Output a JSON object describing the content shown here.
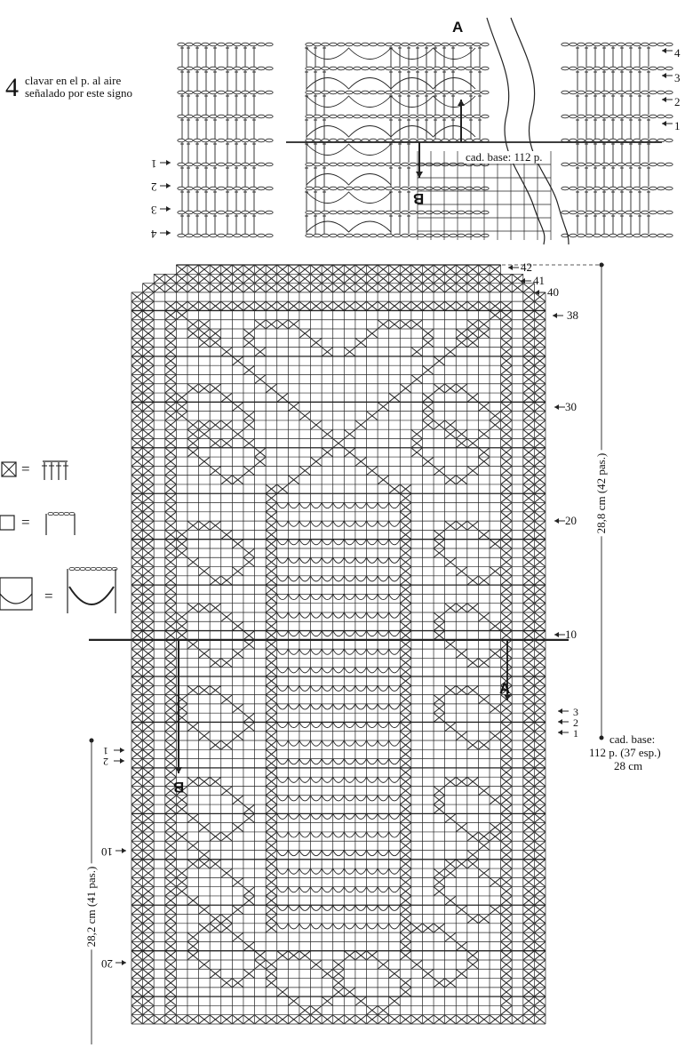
{
  "legend_note": {
    "symbol": "4",
    "line1": "clavar en el p. al aire",
    "line2": "señalado por este signo"
  },
  "detail": {
    "label_a": "A",
    "label_b": "B",
    "base": "cad. base: 112 p.",
    "right_rows": [
      "4",
      "3",
      "2",
      "1"
    ],
    "left_rows": [
      "1",
      "2",
      "3",
      "4"
    ]
  },
  "chart": {
    "top_rows": [
      "42",
      "41",
      "40",
      "38"
    ],
    "right_rows": [
      "30",
      "20",
      "10"
    ],
    "start_rows": [
      "3",
      "2",
      "1"
    ],
    "left_start_rows": [
      "1",
      "2"
    ],
    "left_rows": [
      "10",
      "20"
    ],
    "label_a": "A",
    "label_b": "B",
    "height_upper": "28,8 cm (42 pas.)",
    "height_lower": "28,2 cm (41 pas.)",
    "base_line1": "cad. base:",
    "base_line2": "112 p. (37 esp.)",
    "base_line3": "28 cm"
  },
  "legend": {
    "equals": "="
  }
}
